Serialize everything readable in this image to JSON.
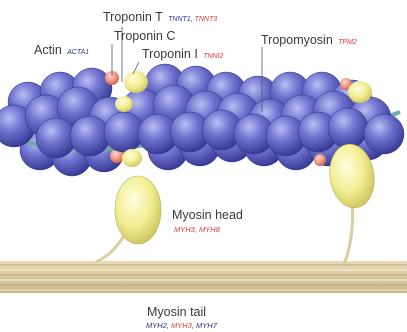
{
  "colors": {
    "actin": "#5b5fbf",
    "tropomyosin": "#6fa8a0",
    "troponin": "#f0ec90",
    "troponin_t_red": "#e58d7a",
    "myosin": "#f3f09a",
    "thick_filament": "#d9c79f",
    "gene_blue": "#2d2f8f",
    "gene_red": "#e0393b",
    "label_text": "#3a3a3a"
  },
  "labels": {
    "troponin_t": {
      "name": "Troponin T",
      "genes": [
        "TNNT1",
        "TNNT3"
      ],
      "sep": ", "
    },
    "troponin_c": {
      "name": "Troponin C"
    },
    "troponin_i": {
      "name": "Troponin I",
      "genes": [
        "TNNI2"
      ]
    },
    "actin": {
      "name": "Actin",
      "genes": [
        "ACTA1"
      ]
    },
    "tropomyosin": {
      "name": "Tropomyosin",
      "genes": [
        "TPM2"
      ]
    },
    "myosin_head": {
      "name": "Myosin head",
      "genes": [
        "MYH3",
        "MYH8"
      ],
      "sep": ", "
    },
    "myosin_tail": {
      "name": "Myosin tail",
      "genes": [
        "MYH2",
        "MYH3",
        "MYH7"
      ],
      "sep": ", "
    }
  }
}
